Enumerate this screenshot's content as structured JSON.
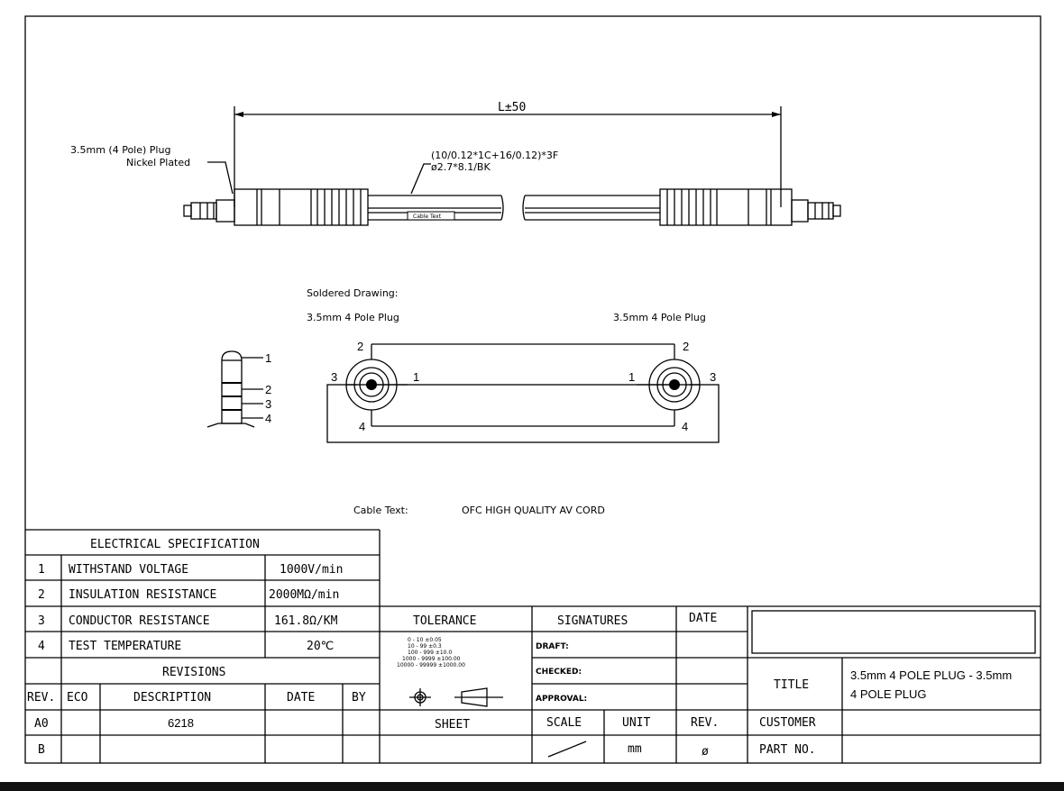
{
  "drawing": {
    "length_label": "L±50",
    "plug_label_1": "3.5mm (4 Pole) Plug",
    "plug_label_2": "Nickel Plated",
    "cable_spec_1": "(10/0.12*1C+16/0.12)*3F",
    "cable_spec_2": "ø2.7*8.1/BK",
    "cable_marking": "Cable Text",
    "soldered_title": "Soldered Drawing:",
    "left_plug_label": "3.5mm 4 Pole Plug",
    "right_plug_label": "3.5mm 4 Pole Plug",
    "pin_1": "1",
    "pin_2": "2",
    "pin_3": "3",
    "pin_4": "4",
    "cable_text_label": "Cable Text:",
    "cable_text_value": "OFC HIGH QUALITY AV CORD"
  },
  "electrical_spec": {
    "title": "ELECTRICAL SPECIFICATION",
    "rows": [
      {
        "no": "1",
        "name": "WITHSTAND VOLTAGE",
        "value": "1000V/min"
      },
      {
        "no": "2",
        "name": "INSULATION RESISTANCE",
        "value": "2000MΩ/min"
      },
      {
        "no": "3",
        "name": "CONDUCTOR RESISTANCE",
        "value": "161.8Ω/KM"
      },
      {
        "no": "4",
        "name": "TEST TEMPERATURE",
        "value": "20℃"
      }
    ]
  },
  "revisions": {
    "title": "REVISIONS",
    "headers": {
      "rev": "REV.",
      "eco": "ECO",
      "description": "DESCRIPTION",
      "date": "DATE",
      "by": "BY"
    },
    "rows": [
      {
        "rev": "A0",
        "eco": "",
        "description": "6218",
        "date": "",
        "by": ""
      },
      {
        "rev": "B",
        "eco": "",
        "description": "",
        "date": "",
        "by": ""
      }
    ]
  },
  "tolerance": {
    "title": "TOLERANCE",
    "lines": [
      "0 - 10   ±0.05",
      "10 - 99   ±0.3",
      "100 - 999  ±10.0",
      "1000 - 9999  ±100.00",
      "10000 - 99999  ±1000.00"
    ]
  },
  "signatures": {
    "title": "SIGNATURES",
    "date_header": "DATE",
    "draft": "DRAFT:",
    "checked": "CHECKED:",
    "approval": "APPROVAL:"
  },
  "sheet_info": {
    "sheet": "SHEET",
    "scale": "SCALE",
    "unit": "UNIT",
    "unit_value": "mm",
    "rev": "REV.",
    "rev_value": "ø",
    "customer": "CUSTOMER",
    "part_no": "PART NO.",
    "title_label": "TITLE",
    "title_value_1": "3.5mm 4 POLE PLUG - 3.5mm",
    "title_value_2": "4 POLE PLUG"
  }
}
